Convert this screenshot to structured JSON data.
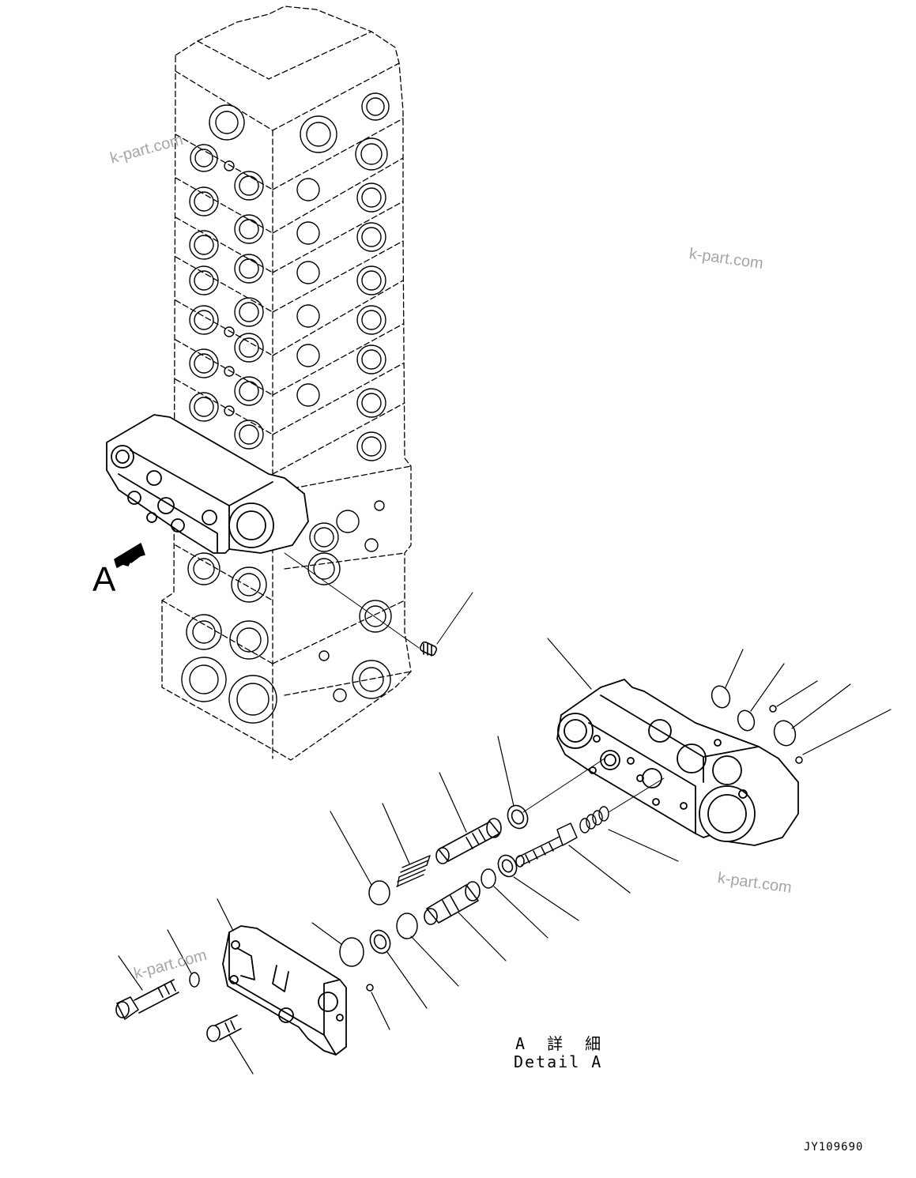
{
  "callout_label": "A",
  "detail_title_jp": "A 詳 細",
  "detail_title_en": "Detail A",
  "drawing_code": "JY109690",
  "watermarks": [
    "k-part.com",
    "k-part.com",
    "k-part.com",
    "k-part.com"
  ]
}
